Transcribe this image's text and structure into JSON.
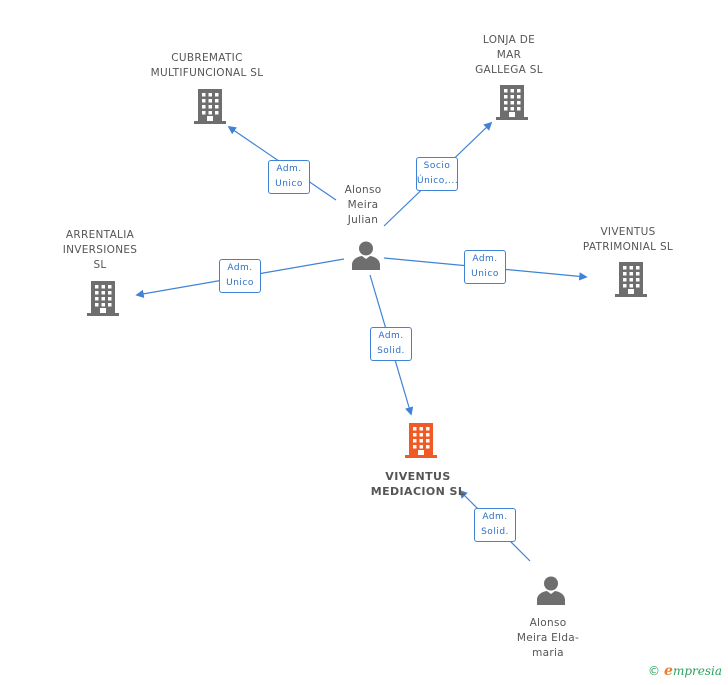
{
  "diagram": {
    "nodes": [
      {
        "id": "cubrematic",
        "type": "company",
        "label_lines": [
          "CUBREMATIC",
          "MULTIFUNCIONAL SL"
        ],
        "highlight": false
      },
      {
        "id": "lonja",
        "type": "company",
        "label_lines": [
          "LONJA DE",
          "MAR",
          "GALLEGA SL"
        ],
        "highlight": false
      },
      {
        "id": "arrentalia",
        "type": "company",
        "label_lines": [
          "ARRENTALIA",
          "INVERSIONES",
          "SL"
        ],
        "highlight": false
      },
      {
        "id": "viventus_patrimonial",
        "type": "company",
        "label_lines": [
          "VIVENTUS",
          "PATRIMONIAL SL"
        ],
        "highlight": false
      },
      {
        "id": "viventus_mediacion",
        "type": "company",
        "label_lines": [
          "VIVENTUS",
          "MEDIACION SL"
        ],
        "highlight": true
      },
      {
        "id": "alonso_julian",
        "type": "person",
        "label_lines": [
          "Alonso",
          "Meira",
          "Julian"
        ],
        "highlight": false
      },
      {
        "id": "alonso_elda",
        "type": "person",
        "label_lines": [
          "Alonso",
          "Meira Elda-",
          "maria"
        ],
        "highlight": false
      }
    ],
    "edges": [
      {
        "from": "alonso_julian",
        "to": "cubrematic",
        "label_lines": [
          "Adm.",
          "Unico"
        ]
      },
      {
        "from": "alonso_julian",
        "to": "lonja",
        "label_lines": [
          "Socio",
          "Único,..."
        ]
      },
      {
        "from": "alonso_julian",
        "to": "arrentalia",
        "label_lines": [
          "Adm.",
          "Unico"
        ]
      },
      {
        "from": "alonso_julian",
        "to": "viventus_patrimonial",
        "label_lines": [
          "Adm.",
          "Unico"
        ]
      },
      {
        "from": "alonso_julian",
        "to": "viventus_mediacion",
        "label_lines": [
          "Adm.",
          "Solid."
        ]
      },
      {
        "from": "alonso_elda",
        "to": "viventus_mediacion",
        "label_lines": [
          "Adm.",
          "Solid."
        ]
      }
    ]
  },
  "colors": {
    "company": "#6e6e6e",
    "company_highlight": "#f05a24",
    "person": "#6e6e6e",
    "edge": "#3f83d6",
    "edge_label_text": "#2e6fc4"
  },
  "brand": {
    "copyright": "©",
    "initial": "e",
    "name": "mpresia"
  }
}
